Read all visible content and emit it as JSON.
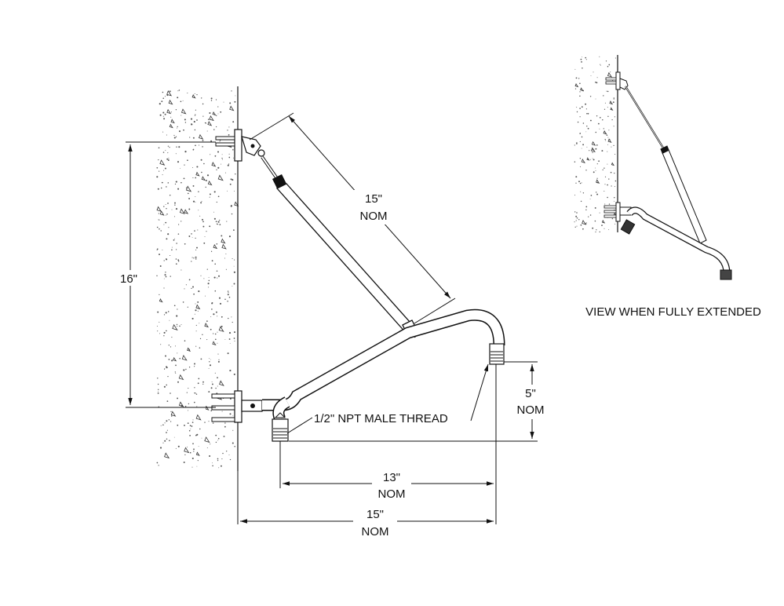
{
  "labels": {
    "brace_length": [
      "15\"",
      "NOM"
    ],
    "vertical_spacing": "16\"",
    "spout_drop": [
      "5\"",
      "NOM"
    ],
    "spout_reach": [
      "13\"",
      "NOM"
    ],
    "overall_reach": [
      "15\"",
      "NOM"
    ],
    "thread": "1/2\" NPT MALE THREAD",
    "extended_view": "VIEW WHEN FULLY EXTENDED"
  }
}
